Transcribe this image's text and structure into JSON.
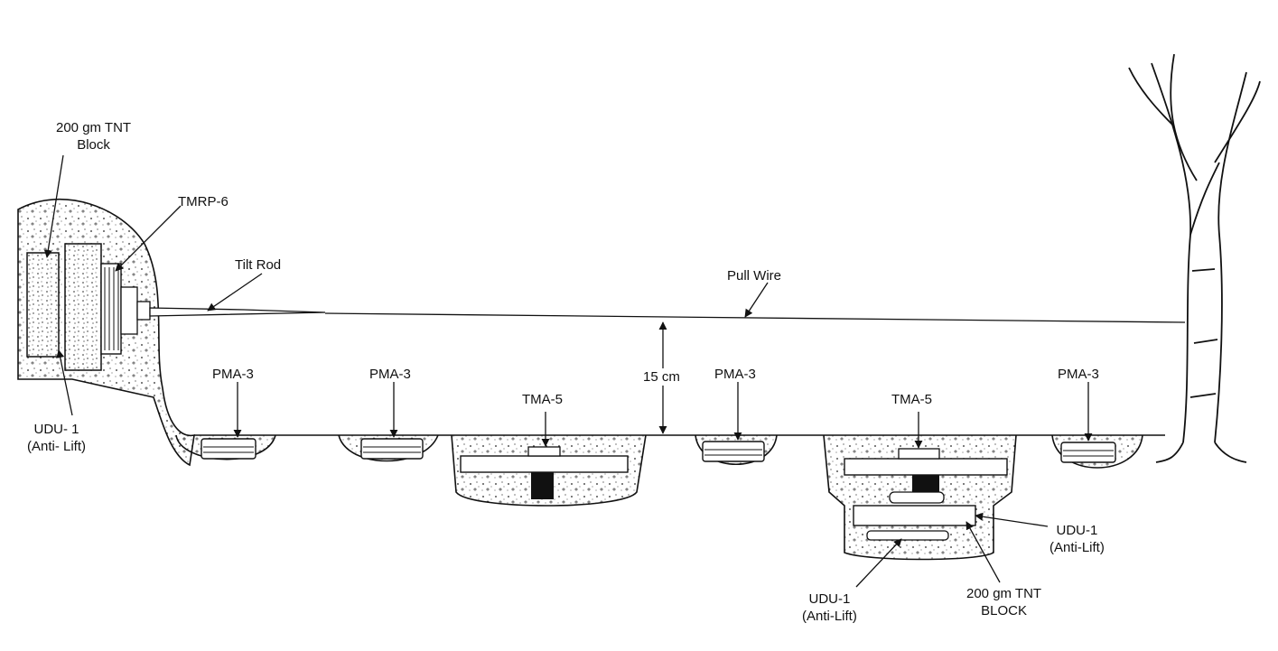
{
  "diagram": {
    "labels": {
      "tnt_block_top": [
        "200 gm TNT",
        "Block"
      ],
      "tmrp6": "TMRP-6",
      "tilt_rod": "Tilt  Rod",
      "pull_wire": "Pull  Wire",
      "udu1_left": [
        "UDU- 1",
        "(Anti- Lift)"
      ],
      "pma3_1": "PMA-3",
      "pma3_2": "PMA-3",
      "tma5_1": "TMA-5",
      "height_15cm": "15 cm",
      "pma3_3": "PMA-3",
      "tma5_2": "TMA-5",
      "pma3_4": "PMA-3",
      "udu1_right": [
        "UDU-1",
        "(Anti-Lift)"
      ],
      "udu1_bottom": [
        "UDU-1",
        "(Anti-Lift)"
      ],
      "tnt_block_bottom": [
        "200 gm TNT",
        "BLOCK"
      ]
    },
    "colors": {
      "ink": "#111111",
      "paper": "#ffffff"
    }
  }
}
